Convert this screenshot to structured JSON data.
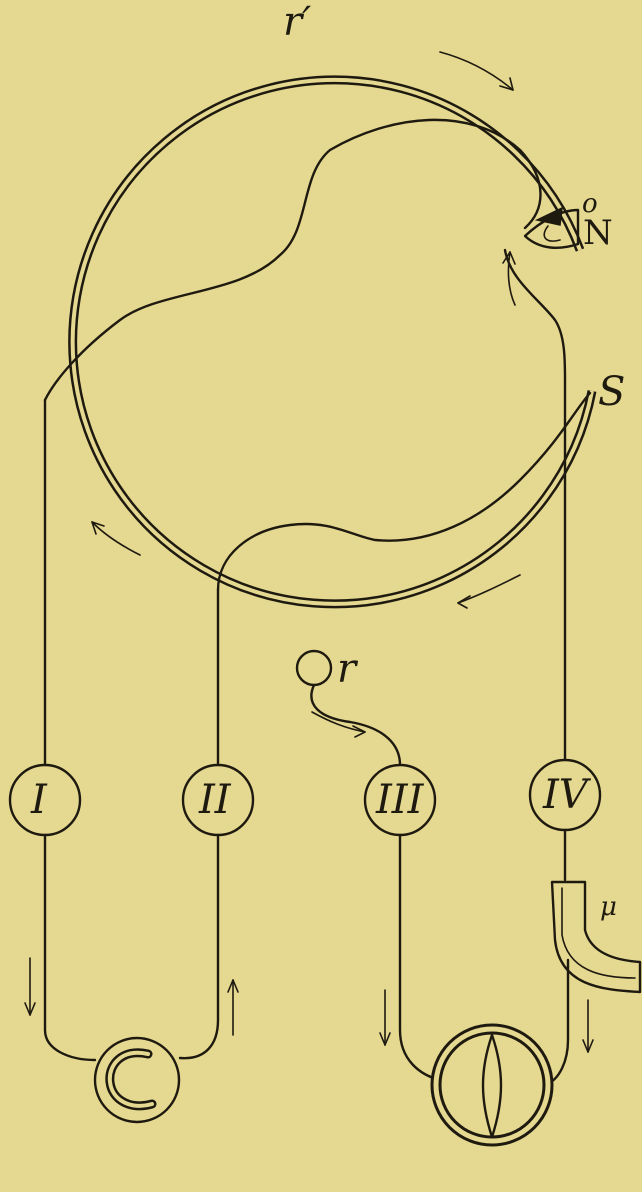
{
  "labels": {
    "r_prime": "r′",
    "o": "o",
    "N": "N",
    "S": "S",
    "r": "r",
    "mu": "μ"
  },
  "nodes": [
    "I",
    "II",
    "III",
    "IV"
  ],
  "colors": {
    "paper": "#e5d890",
    "ink": "#1e1a10"
  }
}
